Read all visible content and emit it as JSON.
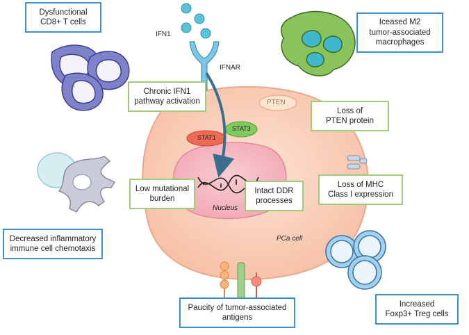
{
  "labels": {
    "ifn1": "IFN1",
    "ifnar": "IFNAR",
    "pten": "PTEN",
    "stat1": "STAT1",
    "stat3": "STAT3",
    "nucleus": "Nucleus",
    "pca_cell": "PCa cell"
  },
  "boxes": {
    "cd8": "Dysfunctional\nCD8+ T cells",
    "m2": "Iceased M2\ntumor-associated\nmacrophages",
    "ifn_activation": "Chronic IFN1\npathway activation",
    "pten_loss": "Loss of\nPTEN protein",
    "mutational": "Low mutational\nburden",
    "ddr": "Intact DDR\nprocesses",
    "mhc": "Loss of MHC\nClass I expression",
    "chemotaxis": "Decreased inflammatory\nimmune cell chemotaxis",
    "antigens": "Paucity of tumor-associated\nantigens",
    "treg": "Increased\nFoxp3+ Treg cells"
  },
  "colors": {
    "blue_border": "#3d8fcf",
    "green_border": "#9dcb77",
    "cell_fill": "#fbd3bf",
    "nucleus_fill": "#f6b8c2",
    "arrow": "#3a6e8f"
  }
}
